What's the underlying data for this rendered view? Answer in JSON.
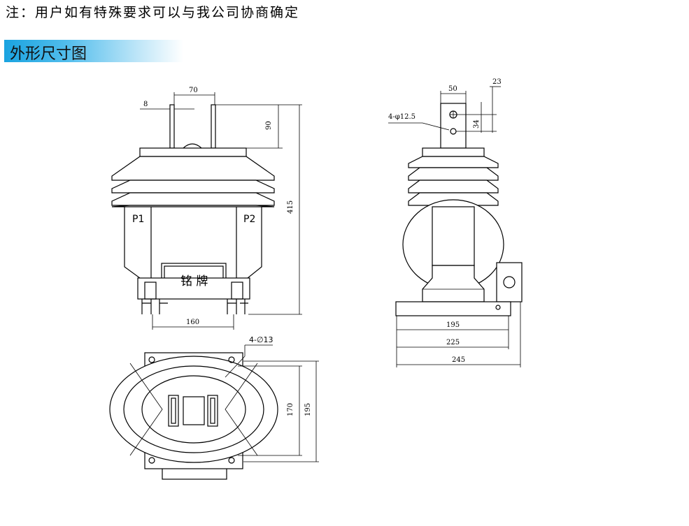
{
  "header": {
    "note": "注：用户如有特殊要求可以与我公司协商确定",
    "section_title": "外形尺寸图"
  },
  "front_view": {
    "dim_top_width": "70",
    "dim_rod_width": "8",
    "dim_rod_height": "90",
    "dim_total_height": "415",
    "dim_base_width": "160",
    "terminal_left": "P1",
    "terminal_right": "P2",
    "nameplate": "铭 牌"
  },
  "side_view": {
    "dim_plate_width": "50",
    "dim_offset": "23",
    "dim_hole_spacing": "34",
    "hole_callout": "4-φ12.5",
    "dim_195": "195",
    "dim_225": "225",
    "dim_245": "245"
  },
  "top_view": {
    "hole_callout": "4-∅13",
    "dim_170": "170",
    "dim_195": "195"
  }
}
